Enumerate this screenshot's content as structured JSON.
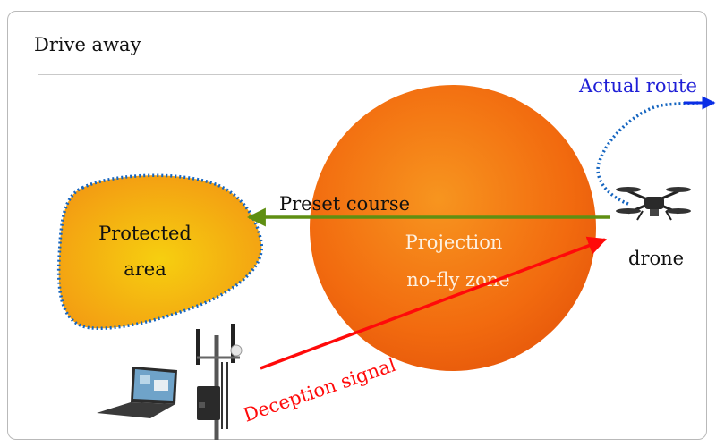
{
  "title": "Drive away",
  "labels": {
    "protected_line1": "Protected",
    "protected_line2": "area",
    "zone_line1": "Projection",
    "zone_line2": "no-fly zone",
    "preset_course": "Preset course",
    "actual_route": "Actual route",
    "drone": "drone",
    "deception_signal": "Deception signal"
  },
  "colors": {
    "route": "#0a55b8",
    "actual_route_text": "#1f1fd6",
    "preset_arrow": "#5f8f12",
    "deception": "#ff0a0a",
    "zone": "#f26b0f",
    "protected": "#f5a40f"
  },
  "icons": [
    "drone-icon",
    "laptop-icon",
    "antenna-tower-icon"
  ]
}
